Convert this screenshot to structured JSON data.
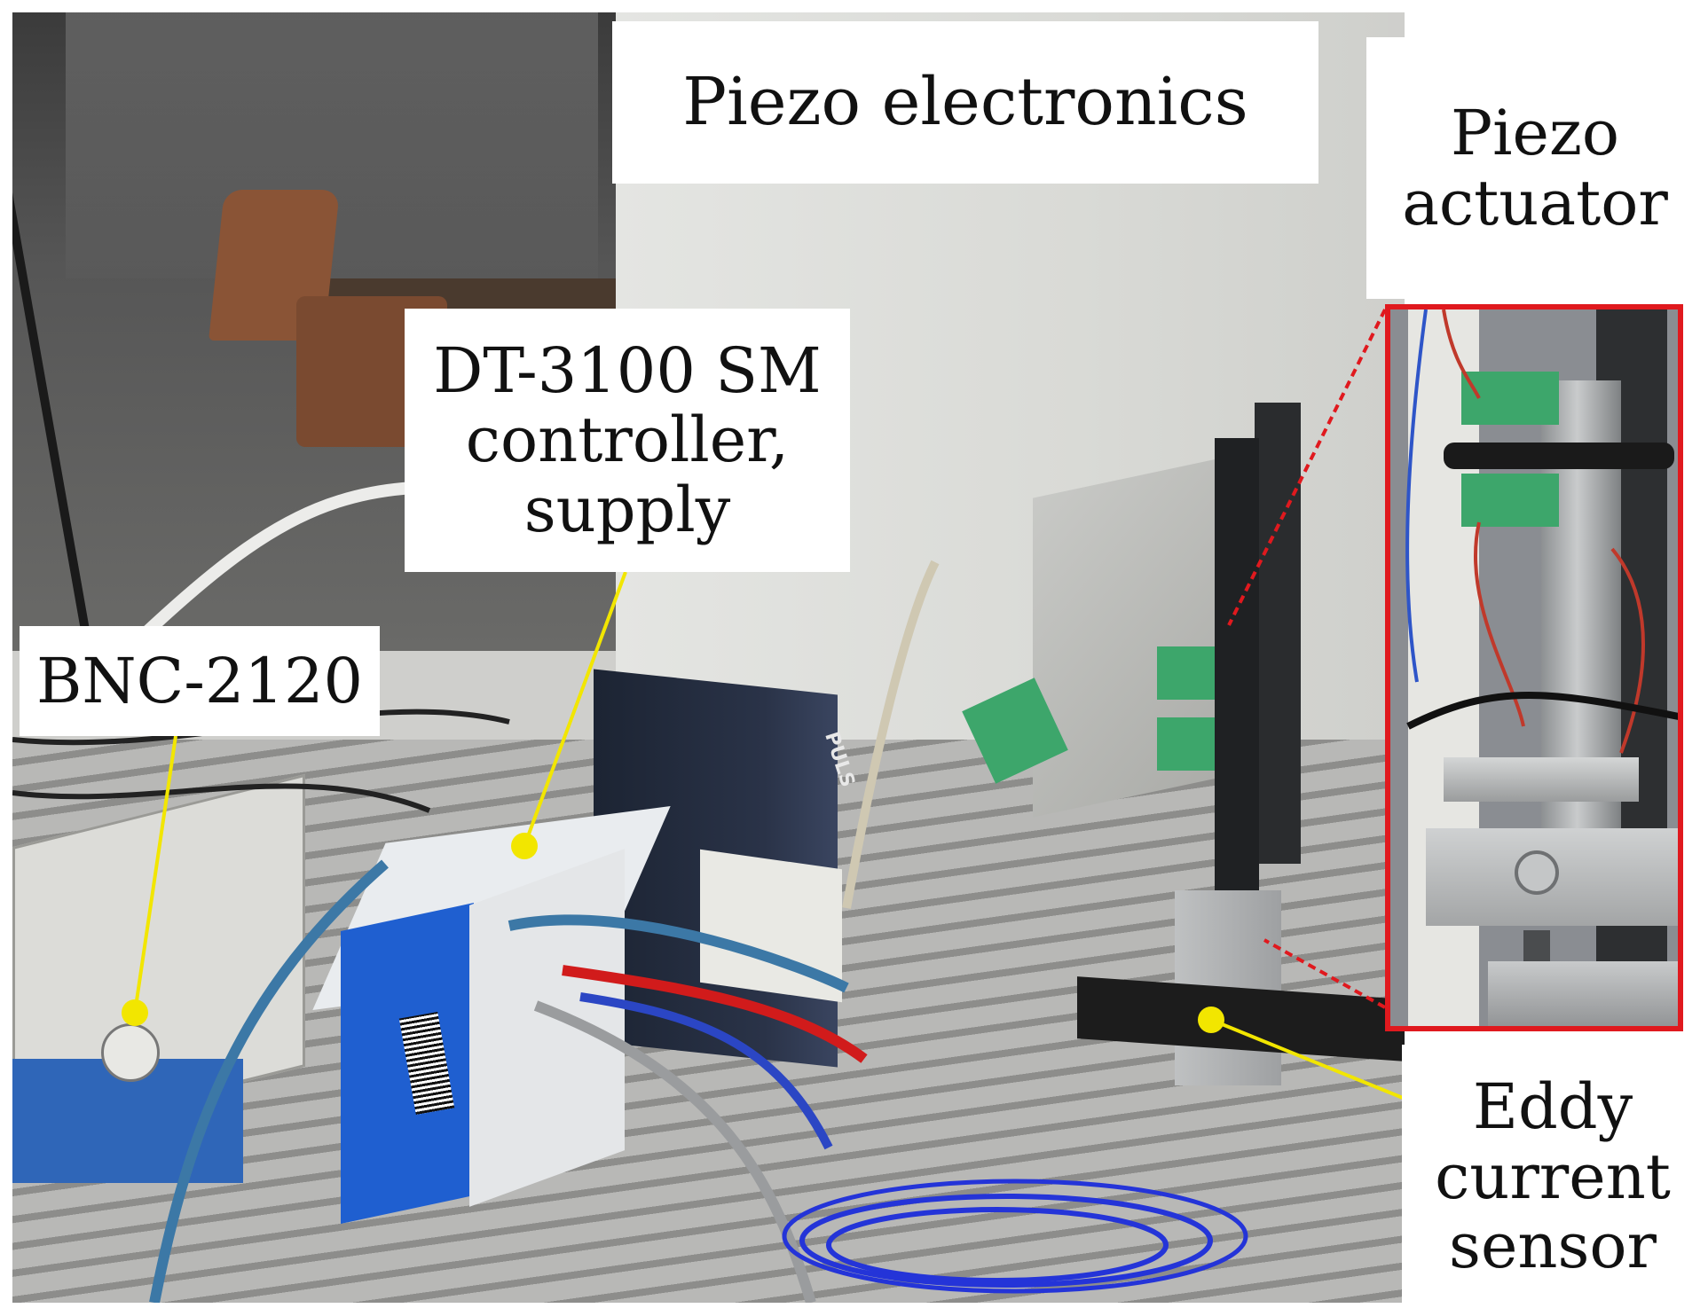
{
  "figure": {
    "labels": {
      "piezo_electronics": [
        "Piezo electronics"
      ],
      "piezo_actuator": [
        "Piezo",
        "actuator"
      ],
      "controller": [
        "DT-3100 SM",
        "controller,",
        "supply"
      ],
      "bnc": [
        "BNC-2120"
      ],
      "eddy_sensor": [
        "Eddy",
        "current",
        "sensor"
      ]
    },
    "device_markings": {
      "power_supply_brand": "PULS"
    },
    "colors": {
      "leader_line": "#f2e600",
      "inset_border": "#e0191e",
      "controller_blue": "#1f5fd0",
      "background": "#ffffff"
    }
  }
}
